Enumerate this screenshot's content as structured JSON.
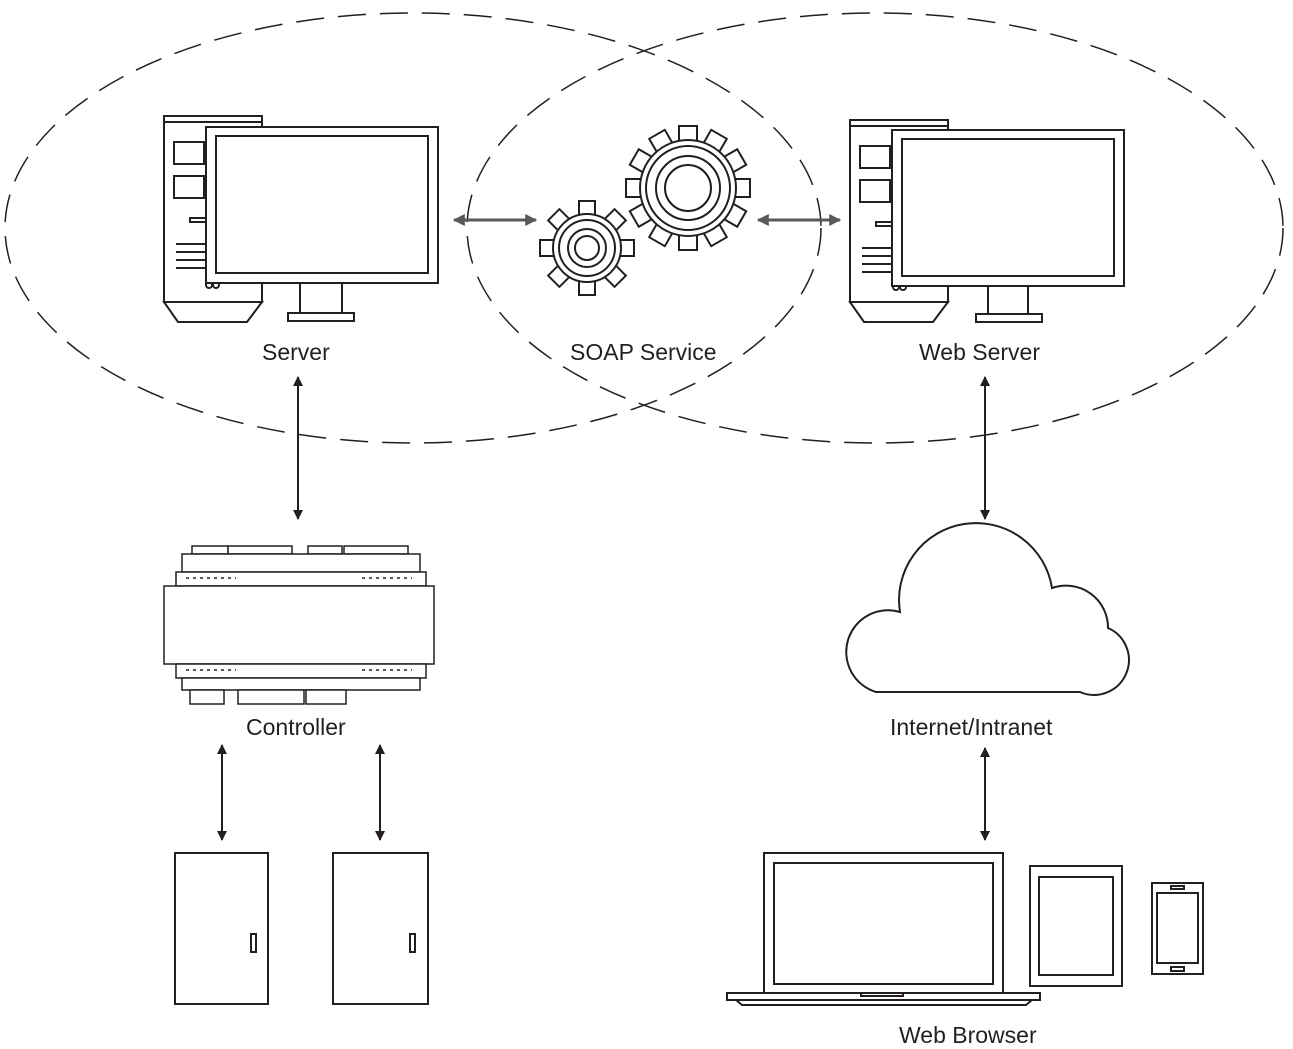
{
  "labels": {
    "server": "Server",
    "soap_service": "SOAP Service",
    "web_server": "Web Server",
    "controller": "Controller",
    "internet": "Internet/Intranet",
    "web_browser": "Web Browser"
  },
  "colors": {
    "stroke": "#231f20",
    "arrow_gray": "#58595b",
    "background": "#ffffff"
  },
  "icons": [
    "computer-icon",
    "gears-icon",
    "controller-icon",
    "cloud-icon",
    "door-icon",
    "laptop-icon",
    "tablet-icon",
    "phone-icon"
  ]
}
